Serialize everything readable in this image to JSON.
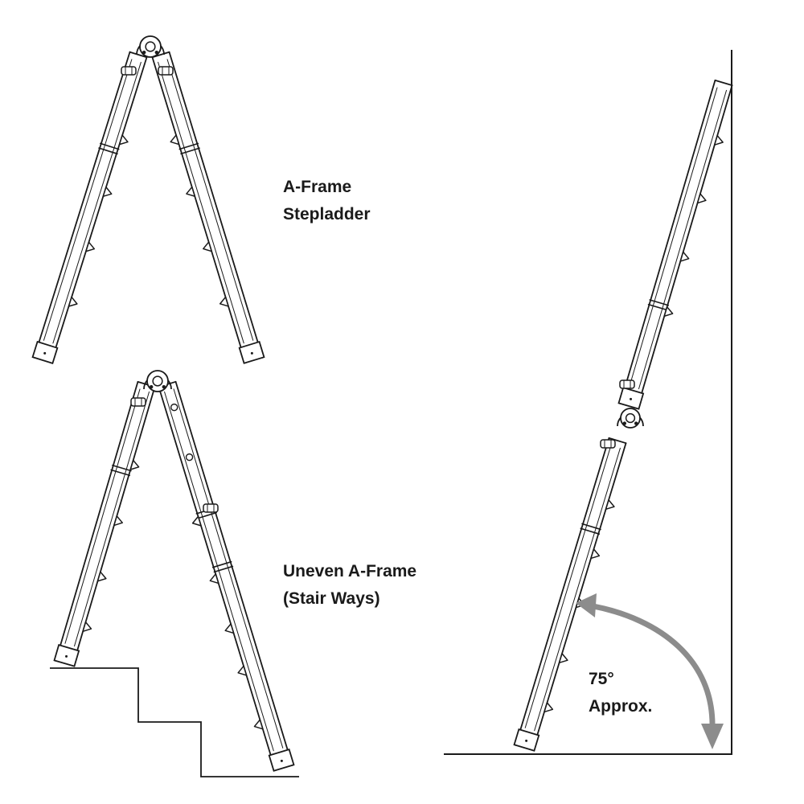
{
  "labels": {
    "a_frame": {
      "line1": "A-Frame",
      "line2": "Stepladder"
    },
    "uneven_a_frame": {
      "line1": "Uneven A-Frame",
      "line2": "(Stair Ways)"
    },
    "angle": {
      "line1": "75°",
      "line2": "Approx."
    }
  },
  "colors": {
    "line": "#1a1a1a",
    "arrow": "#8c8c8c",
    "background": "#ffffff"
  }
}
